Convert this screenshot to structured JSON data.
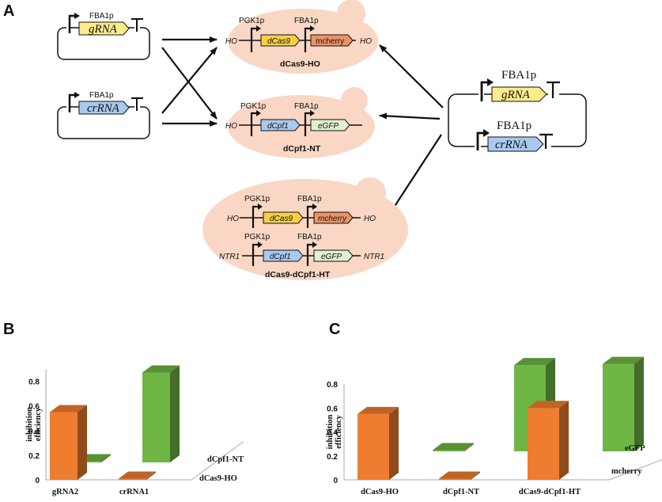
{
  "panels": {
    "a": "A",
    "b": "B",
    "c": "C"
  },
  "colors": {
    "yeast_cell": "#f9d7c4",
    "gRNA_fill": "#fdeb8c",
    "crRNA_fill": "#a9c9ee",
    "dCas9_fill": "#f6cf48",
    "dCpf1_fill": "#a9c9ee",
    "mcherry_fill": "#ec9366",
    "eGFP_fill": "#e3f0cf",
    "bar_orange": "#ef7d2f",
    "bar_green": "#6fb544"
  },
  "panel_a": {
    "plasmid_gRNA": {
      "promoter": "FBA1p",
      "gene": "gRNA"
    },
    "plasmid_crRNA": {
      "promoter": "FBA1p",
      "gene": "crRNA"
    },
    "plasmid_combo": {
      "promoter_top": "FBA1p",
      "gene_top": "gRNA",
      "promoter_bottom": "FBA1p",
      "gene_bottom": "crRNA"
    },
    "strain_dcas9_ho": {
      "name": "dCas9-HO",
      "left_locus": "HO",
      "right_locus": "HO",
      "promoter_1": "PGK1p",
      "gene_1": "dCas9",
      "promoter_2": "FBA1p",
      "gene_2": "mcherry"
    },
    "strain_dcpf1_nt": {
      "name": "dCpf1-NT",
      "left_locus": "HO",
      "promoter_1": "PGK1p",
      "gene_1": "dCpf1",
      "promoter_2": "FBA1p",
      "gene_2": "eGFP"
    },
    "strain_ht": {
      "name": "dCas9-dCpf1-HT",
      "row1": {
        "left_locus": "HO",
        "right_locus": "HO",
        "promoter_1": "PGK1p",
        "gene_1": "dCas9",
        "promoter_2": "FBA1p",
        "gene_2": "mcherry"
      },
      "row2": {
        "left_locus": "NTR1",
        "right_locus": "NTR1",
        "promoter_1": "PGK1p",
        "gene_1": "dCpf1",
        "promoter_2": "FBA1p",
        "gene_2": "eGFP"
      }
    }
  },
  "chart_data": [
    {
      "panel": "B",
      "type": "bar",
      "style": "3d",
      "ylabel": "inhibition\nefficiency",
      "yticks": [
        "0",
        "0.2",
        "0.4",
        "0.6",
        "0.8"
      ],
      "ylim": [
        0,
        0.9
      ],
      "categories": [
        "gRNA2",
        "crRNA1"
      ],
      "depth_labels": [
        "dCas9-HO",
        "dCpf1-NT"
      ],
      "series": [
        {
          "name": "dCas9-HO",
          "color": "orange",
          "values": [
            0.55,
            0.01
          ]
        },
        {
          "name": "dCpf1-NT",
          "color": "green",
          "values": [
            0.01,
            0.73
          ]
        }
      ]
    },
    {
      "panel": "C",
      "type": "bar",
      "style": "3d",
      "ylabel": "inhibition\nefficiency",
      "yticks": [
        "0",
        "0.2",
        "0.4",
        "0.6",
        "0.8"
      ],
      "ylim": [
        0,
        0.8
      ],
      "categories": [
        "dCas9-HO",
        "dCpf1-NT",
        "dCas9-dCpf1-HT"
      ],
      "depth_labels": [
        "mcherry",
        "eGFP"
      ],
      "series": [
        {
          "name": "mcherry",
          "color": "orange",
          "values": [
            0.55,
            0.01,
            0.6
          ]
        },
        {
          "name": "eGFP",
          "color": "green",
          "values": [
            0.01,
            0.72,
            0.73
          ]
        }
      ]
    }
  ]
}
